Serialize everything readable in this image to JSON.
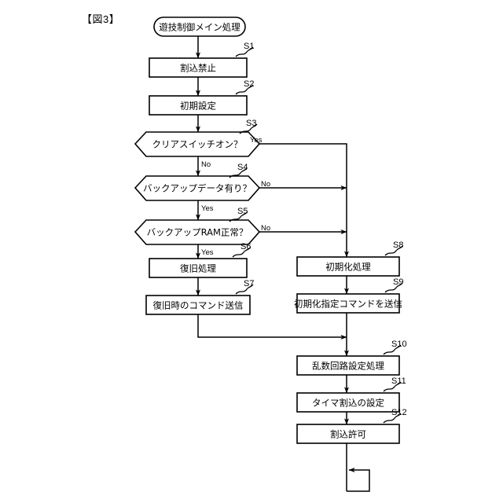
{
  "figure": {
    "label": "【図3】",
    "title_node": "遊技制御メイン処理"
  },
  "nodes": {
    "start": {
      "ref": "",
      "text": "遊技制御メイン処理"
    },
    "s1": {
      "ref": "S1",
      "text": "割込禁止"
    },
    "s2": {
      "ref": "S2",
      "text": "初期設定"
    },
    "s3": {
      "ref": "S3",
      "text": "クリアスイッチオン？"
    },
    "s4": {
      "ref": "S4",
      "text": "バックアップデータ有り？"
    },
    "s5": {
      "ref": "S5",
      "text": "バックアップRAM正常？"
    },
    "s6": {
      "ref": "S6",
      "text": "復旧処理"
    },
    "s7": {
      "ref": "S7",
      "text": "復旧時のコマンド送信"
    },
    "s8": {
      "ref": "S8",
      "text": "初期化処理"
    },
    "s9": {
      "ref": "S9",
      "text": "初期化指定コマンドを送信"
    },
    "s10": {
      "ref": "S10",
      "text": "乱数回路設定処理"
    },
    "s11": {
      "ref": "S11",
      "text": "タイマ割込の設定"
    },
    "s12": {
      "ref": "S12",
      "text": "割込許可"
    }
  },
  "branches": {
    "s3_yes": "Yes",
    "s3_no": "No",
    "s4_yes": "Yes",
    "s4_no": "No",
    "s5_yes": "Yes",
    "s5_no": "No"
  },
  "colors": {
    "stroke": "#000000",
    "fill": "#ffffff",
    "background": "#ffffff"
  }
}
